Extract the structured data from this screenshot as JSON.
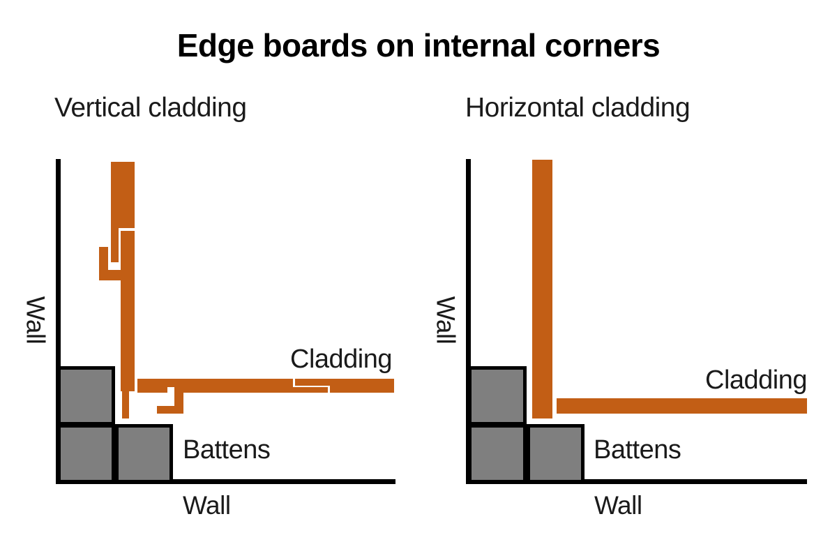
{
  "title": "Edge boards on internal corners",
  "colors": {
    "cladding": "#c25e15",
    "batten": "#7f7f7f",
    "wall": "#000000",
    "text": "#1a1a1a",
    "bg": "#ffffff"
  },
  "panels": {
    "left": {
      "subtitle": "Vertical cladding",
      "labels": {
        "wall_side": "Wall",
        "wall_bottom": "Wall",
        "cladding": "Cladding",
        "battens": "Battens"
      }
    },
    "right": {
      "subtitle": "Horizontal cladding",
      "labels": {
        "wall_side": "Wall",
        "wall_bottom": "Wall",
        "cladding": "Cladding",
        "battens": "Battens"
      }
    }
  }
}
